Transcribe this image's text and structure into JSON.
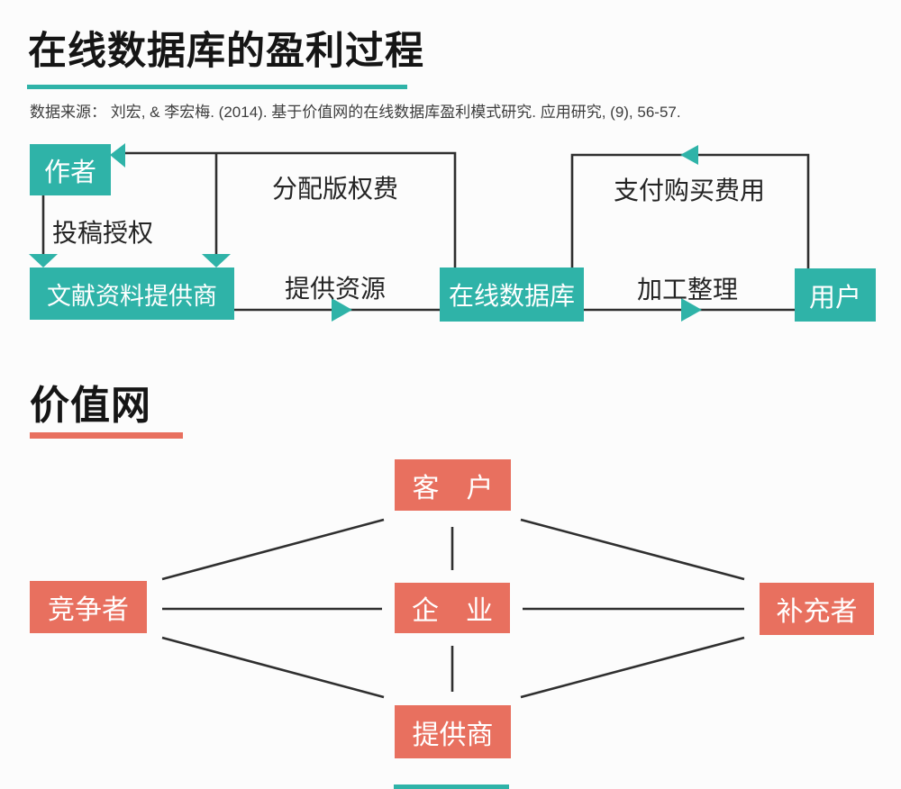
{
  "colors": {
    "teal": "#2fb3a8",
    "salmon": "#e8705f",
    "line": "#2f2f2f",
    "ink": "#151515",
    "muted": "#3d3d3d",
    "bg": "#fcfcfc"
  },
  "header": {
    "title": "在线数据库的盈利过程",
    "source": "数据来源： 刘宏, & 李宏梅. (2014). 基于价值网的在线数据库盈利模式研究. 应用研究, (9), 56-57."
  },
  "flow": {
    "author": "作者",
    "provider": "文献资料提供商",
    "database": "在线数据库",
    "user": "用户",
    "label_submit": "投稿授权",
    "label_royalty": "分配版权费",
    "label_resource": "提供资源",
    "label_process": "加工整理",
    "label_pay": "支付购买费用",
    "edges": [
      {
        "from": "作者",
        "to": "文献资料提供商",
        "label": "投稿授权"
      },
      {
        "from": "在线数据库",
        "to": "作者",
        "label": "分配版权费"
      },
      {
        "from": "在线数据库",
        "to": "文献资料提供商",
        "label": "分配版权费"
      },
      {
        "from": "文献资料提供商",
        "to": "在线数据库",
        "label": "提供资源"
      },
      {
        "from": "在线数据库",
        "to": "用户",
        "label": "加工整理"
      },
      {
        "from": "用户",
        "to": "在线数据库",
        "label": "支付购买费用"
      }
    ]
  },
  "network": {
    "title": "价值网",
    "customer": "客　户",
    "competitor": "竞争者",
    "enterprise": "企　业",
    "complementor": "补充者",
    "supplier": "提供商",
    "links": [
      [
        "客户",
        "竞争者"
      ],
      [
        "客户",
        "企业"
      ],
      [
        "客户",
        "补充者"
      ],
      [
        "竞争者",
        "企业"
      ],
      [
        "企业",
        "补充者"
      ],
      [
        "竞争者",
        "提供商"
      ],
      [
        "企业",
        "提供商"
      ],
      [
        "补充者",
        "提供商"
      ]
    ]
  }
}
